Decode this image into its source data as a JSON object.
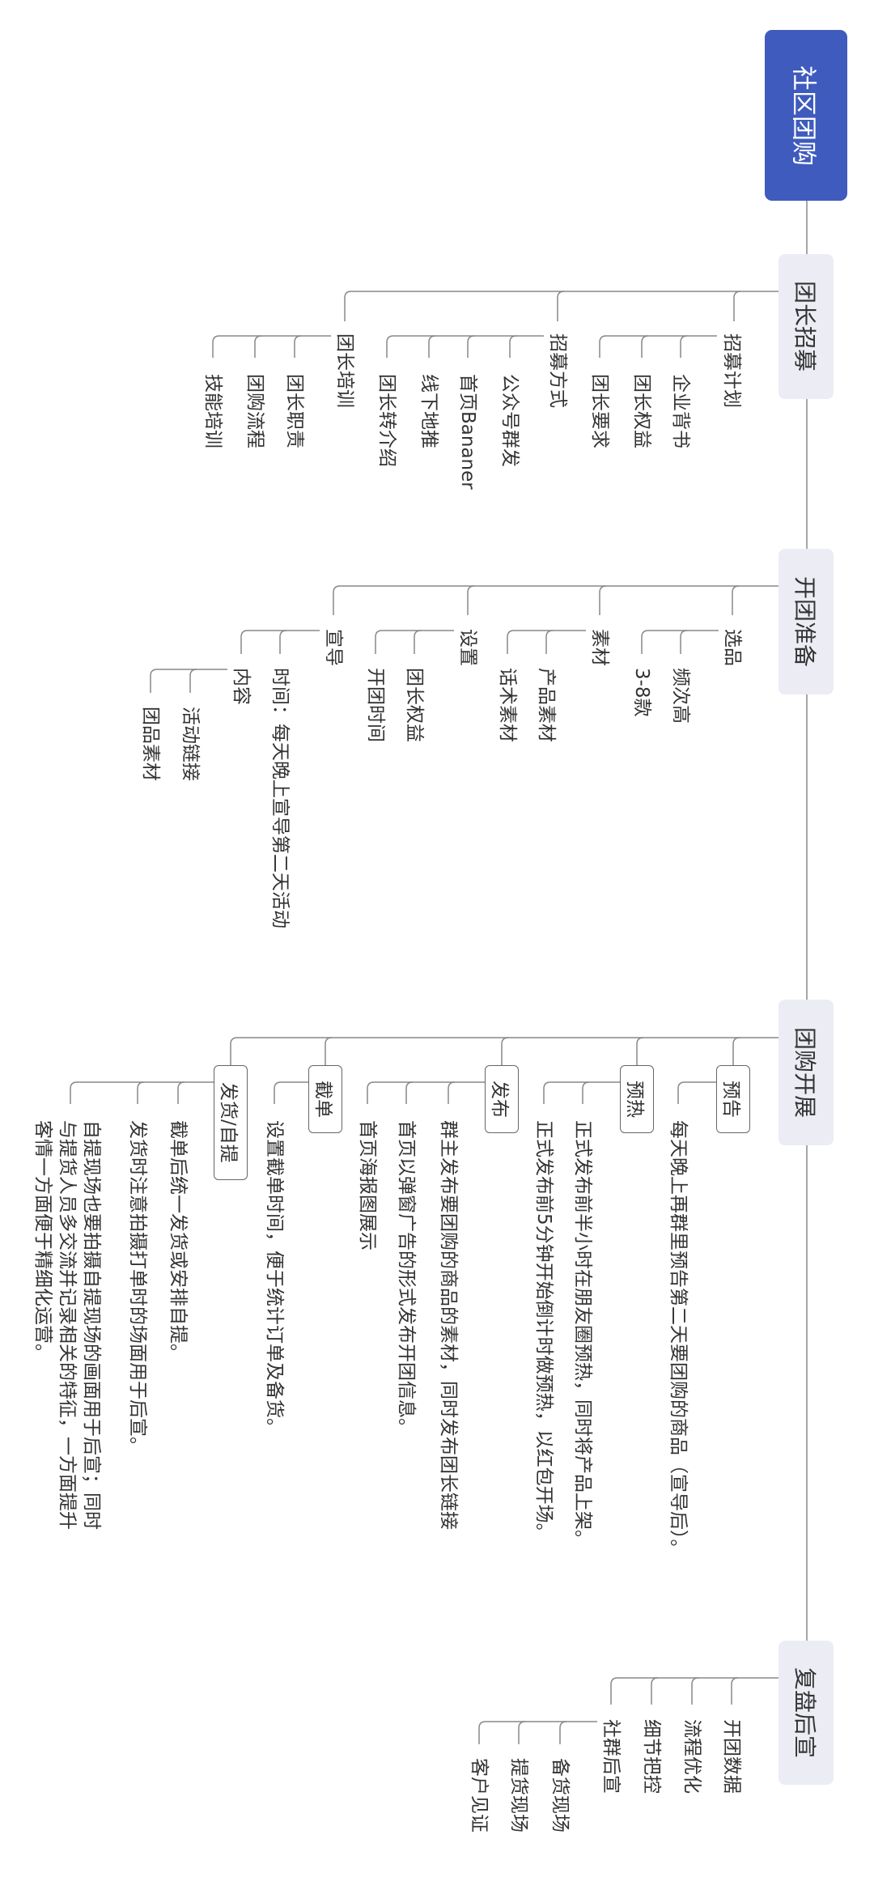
{
  "colors": {
    "root": "#3f5bbd",
    "branch_box": "#ebecf4",
    "line": "#888888",
    "text": "#333333"
  },
  "root": {
    "label": "社区团购"
  },
  "branches": [
    {
      "label": "团长招募",
      "children": [
        {
          "label": "招募计划",
          "children": [
            {
              "label": "企业背书"
            },
            {
              "label": "团长权益"
            },
            {
              "label": "团长要求"
            }
          ]
        },
        {
          "label": "招募方式",
          "children": [
            {
              "label": "公众号群发"
            },
            {
              "label": "首页Bananer"
            },
            {
              "label": "线下地推"
            },
            {
              "label": "团长转介绍"
            }
          ]
        },
        {
          "label": "团长培训",
          "children": [
            {
              "label": "团长职责"
            },
            {
              "label": "团购流程"
            },
            {
              "label": "技能培训"
            }
          ]
        }
      ]
    },
    {
      "label": "开团准备",
      "children": [
        {
          "label": "选品",
          "children": [
            {
              "label": "频次高"
            },
            {
              "label": "3-8款"
            }
          ]
        },
        {
          "label": "素材",
          "children": [
            {
              "label": "产品素材"
            },
            {
              "label": "话术素材"
            }
          ]
        },
        {
          "label": "设置",
          "children": [
            {
              "label": "团长权益"
            },
            {
              "label": "开团时间"
            }
          ]
        },
        {
          "label": "宣导",
          "children": [
            {
              "label": "时间：每天晚上宣导第二天活动"
            },
            {
              "label": "内容",
              "children": [
                {
                  "label": "活动链接"
                },
                {
                  "label": "团品素材"
                }
              ]
            }
          ]
        }
      ]
    },
    {
      "label": "团购开展",
      "children": [
        {
          "label": "预告",
          "children": [
            {
              "label": "每天晚上再群里预告第二天要团购的商品（宣导后）。"
            }
          ]
        },
        {
          "label": "预热",
          "children": [
            {
              "label": "正式发布前半小时在朋友圈预热，同时将产品上架。"
            },
            {
              "label": "正式发布前5分钟开始倒计时做预热，以红包开场。"
            }
          ]
        },
        {
          "label": "发布",
          "children": [
            {
              "label": "群主发布要团购的商品的素材，同时发布团长链接"
            },
            {
              "label": "首页以弹窗广告的形式发布开团信息。"
            },
            {
              "label": "首页海报图展示"
            }
          ]
        },
        {
          "label": "截单",
          "children": [
            {
              "label": "设置截单时间，便于统计订单及备货。"
            }
          ]
        },
        {
          "label": "发货/自提",
          "children": [
            {
              "label": "截单后统一发货或安排自提。"
            },
            {
              "label": "发货时注意拍摄打单时的场面用于后宣。"
            },
            {
              "lines": [
                "自提现场也要拍摄自提现场的画面用于后宣；同时",
                "与提货人员多交流并记录相关的特征，一方面提升",
                "客情一方面便于精细化运营。"
              ]
            }
          ]
        }
      ]
    },
    {
      "label": "复盘后宣",
      "children": [
        {
          "label": "开团数据"
        },
        {
          "label": "流程优化"
        },
        {
          "label": "细节把控"
        },
        {
          "label": "社群后宣",
          "children": [
            {
              "label": "备货现场"
            },
            {
              "label": "提货现场"
            },
            {
              "label": "客户见证"
            }
          ]
        }
      ]
    }
  ]
}
